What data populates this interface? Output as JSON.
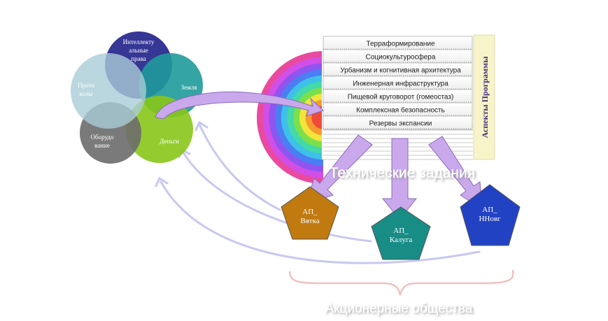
{
  "venn": {
    "circles": [
      {
        "label": "Интеллекту альные права",
        "color": "#2b2b8f"
      },
      {
        "label": "Земля",
        "color": "#1f9a9a"
      },
      {
        "label": "Деньги",
        "color": "#88c61a"
      },
      {
        "label": "Оборудо вание",
        "color": "#6b6b6b"
      },
      {
        "label": "Прото колы",
        "color": "#a9ccd6"
      }
    ]
  },
  "aspects": {
    "side_title": "Аспекты Программы",
    "rows": [
      "Терраформирование",
      "Социокультуросфера",
      "Урбанизм и когнитивная архитектура",
      "Инженерная инфраструктура",
      "Пищевой круговорот (гомеостаз)",
      "Комплексная безопасность",
      "Резервы экспансии"
    ],
    "rainbow_colors": [
      "#e94aa0",
      "#d14fe6",
      "#8f55f0",
      "#4a7ef2",
      "#3ec1e8",
      "#43d9a8",
      "#7be04b",
      "#f2e43a",
      "#f59b2e",
      "#f04a3a"
    ]
  },
  "tech_label": "Технические задания",
  "companies": [
    {
      "line1": "АП_",
      "line2": "Вятка",
      "color": "#c07a10"
    },
    {
      "line1": "АП_",
      "line2": "Калуга",
      "color": "#178d86"
    },
    {
      "line1": "АП_",
      "line2": "ННовг",
      "color": "#2242c4"
    }
  ],
  "bottom_label": "Акционерные общества",
  "colors": {
    "arrow_fill": "#c9a8ec",
    "arrow_stroke": "#8b6bb8",
    "feedback": "#c8c8f0",
    "brace": "#f2c0c0",
    "panel_bg": "#f6f4c8"
  }
}
